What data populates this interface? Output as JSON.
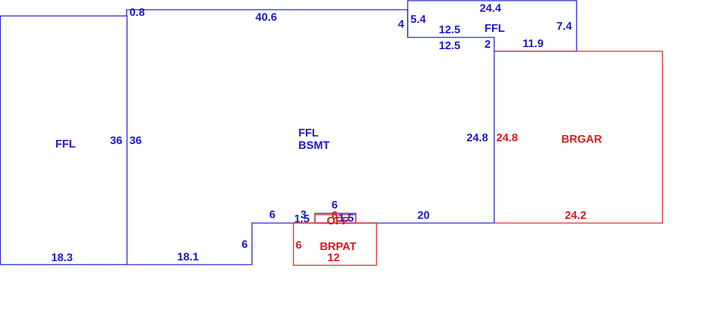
{
  "colors": {
    "structure": "#1a1acc",
    "addition": "#d91c1c",
    "background": "#ffffff"
  },
  "areas": {
    "left_ffl": {
      "name": "FFL"
    },
    "main": {
      "name_line1": "FFL",
      "name_line2": "BSMT"
    },
    "upper_ffl": {
      "name": "FFL"
    },
    "garage": {
      "name": "BRGAR"
    },
    "patio": {
      "name": "BRPAT"
    },
    "stoop": {
      "name": "OFP"
    }
  },
  "dimensions": {
    "left_bottom": "18.3",
    "left_right": "36",
    "main_left": "36",
    "main_top_gap": "0.8",
    "main_top": "40.6",
    "main_bottom_left": "18.1",
    "notch_side": "6",
    "notch_top": "6",
    "step_a": "3",
    "step_b": "1.5",
    "stoop_top": "6",
    "stoop_side_a": "6",
    "stoop_side_b": "1.5",
    "main_bottom_right": "20",
    "main_right": "24.8",
    "upper_left_a": "4",
    "upper_left_b": "5.4",
    "upper_top": "24.4",
    "upper_inner_top": "12.5",
    "upper_right": "7.4",
    "upper_inner_bottom": "12.5",
    "upper_step": "2",
    "upper_bottom": "11.9",
    "garage_left": "24.8",
    "garage_bottom": "24.2",
    "patio_side": "6",
    "patio_bottom": "12"
  }
}
